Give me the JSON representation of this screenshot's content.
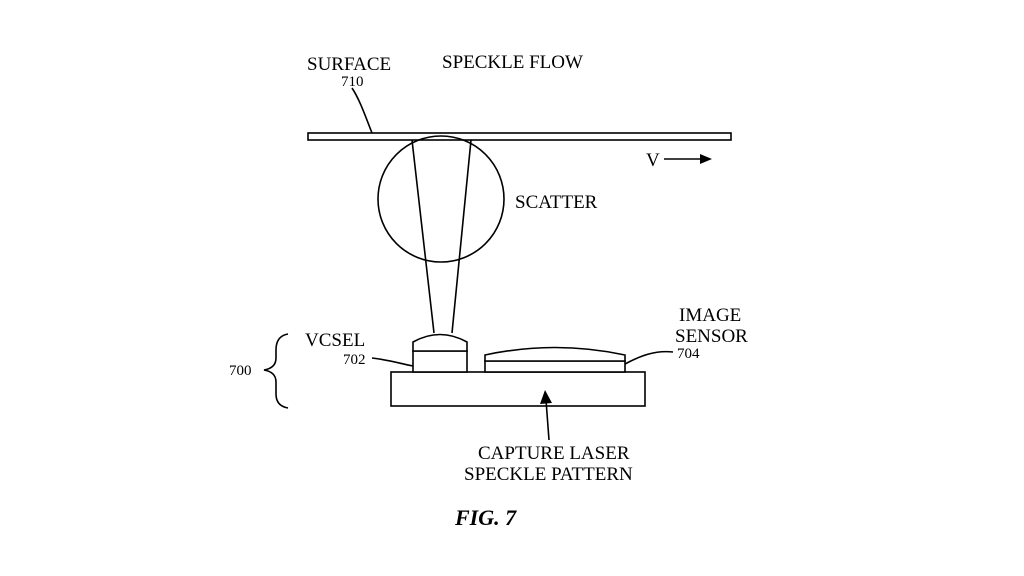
{
  "labels": {
    "surface": "SURFACE",
    "surface_ref": "710",
    "speckle_flow": "SPECKLE FLOW",
    "velocity": "V",
    "scatter": "SCATTER",
    "vcsel": "VCSEL",
    "vcsel_ref": "702",
    "image_sensor_line1": "IMAGE",
    "image_sensor_line2": "SENSOR",
    "image_sensor_ref": "704",
    "assembly_ref": "700",
    "capture_line1": "CAPTURE LASER",
    "capture_line2": "SPECKLE PATTERN"
  },
  "caption": "FIG. 7"
}
